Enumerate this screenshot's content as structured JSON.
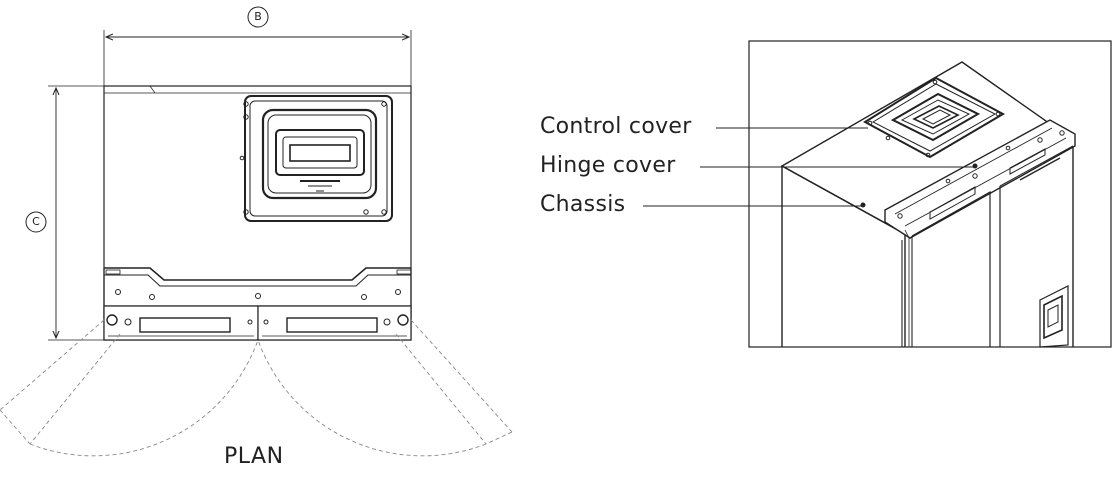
{
  "plan_view": {
    "title": "PLAN",
    "dimension_width": "B",
    "dimension_height": "C"
  },
  "perspective_view": {
    "callouts": [
      {
        "label": "Control cover"
      },
      {
        "label": "Hinge cover"
      },
      {
        "label": "Chassis"
      }
    ]
  },
  "colors": {
    "line": "#222222",
    "fill": "#ffffff",
    "dashed": "#888888"
  }
}
